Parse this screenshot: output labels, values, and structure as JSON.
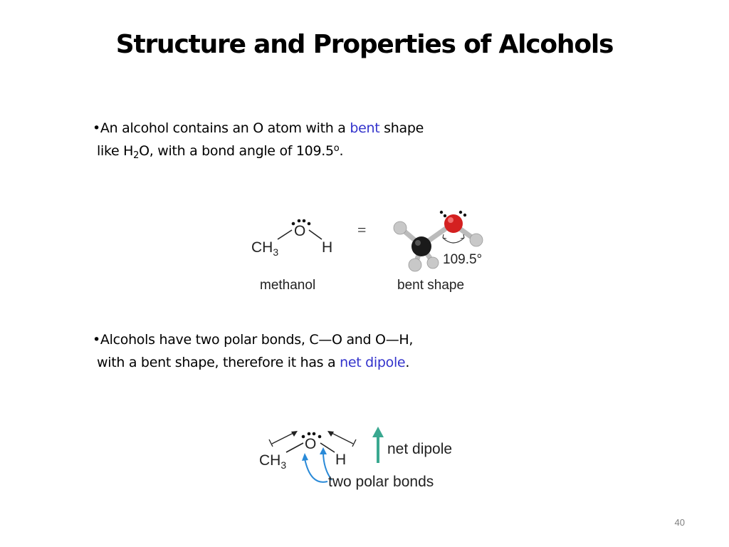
{
  "slide": {
    "title": "Structure and Properties of Alcohols",
    "page_number": "40"
  },
  "bullet1": {
    "marker": "•",
    "l1_a": "An alcohol contains an O atom with a ",
    "l1_accent": "bent",
    "l1_b": " shape",
    "l2_a": "like H",
    "l2_sub": "2",
    "l2_b": "O, with a bond angle of 109.5",
    "l2_sup": "o",
    "l2_c": "."
  },
  "bullet2": {
    "marker": "•",
    "l1": "Alcohols have two polar bonds, C—O and O—H,",
    "l2_a": "with a bent shape, therefore it has a ",
    "l2_accent": "net dipole",
    "l2_b": "."
  },
  "figure1": {
    "ch": "CH",
    "ch_sub": "3",
    "o": "O",
    "h": "H",
    "equals": "=",
    "angle": "109.5°",
    "label_left": "methanol",
    "label_right": "bent shape"
  },
  "figure2": {
    "ch": "CH",
    "ch_sub": "3",
    "o": "O",
    "h": "H",
    "net_dipole": "net dipole",
    "polar_bonds": "two polar bonds"
  },
  "colors": {
    "accent": "#3333cc",
    "oxygen": "#d42020",
    "carbon": "#1a1a1a",
    "hydrogen": "#c8c8c8",
    "dipole_arrow": "#3aa890",
    "polar_arrow": "#2a8ad8"
  }
}
